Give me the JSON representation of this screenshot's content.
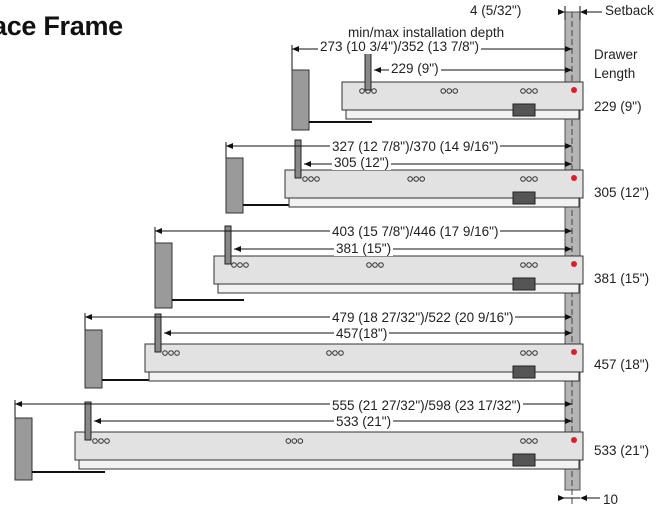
{
  "title": "ace Frame",
  "setback_dim": "4 (5/32\")",
  "setback_label": "Setback",
  "install_heading": "min/max installation depth",
  "drawer_length_heading": [
    "Drawer",
    "Length"
  ],
  "bottom_dim": "10",
  "drawers": [
    {
      "install_depth": "273 (10 3/4\")/352 (13 7/8\")",
      "length_dim": "229 (9\")",
      "drawer_length": "229 (9\")"
    },
    {
      "install_depth": "327 (12 7/8\")/370 (14 9/16\")",
      "length_dim": "305 (12\")",
      "drawer_length": "305 (12\")"
    },
    {
      "install_depth": "403 (15 7/8\")/446 (17 9/16\")",
      "length_dim": "381 (15\")",
      "drawer_length": "381 (15\")"
    },
    {
      "install_depth": "479 (18 27/32\")/522 (20 9/16\")",
      "length_dim": "457(18\")",
      "drawer_length": "457 (18\")"
    },
    {
      "install_depth": "555 (21 27/32\")/598 (23 17/32\")",
      "length_dim": "533 (21\")",
      "drawer_length": "533 (21\")"
    }
  ],
  "colors": {
    "rail": "#e2e2e2",
    "front": "#9a9a9a",
    "frame": "#b5b5b5",
    "line": "#111111",
    "accent": "#d8202a"
  }
}
